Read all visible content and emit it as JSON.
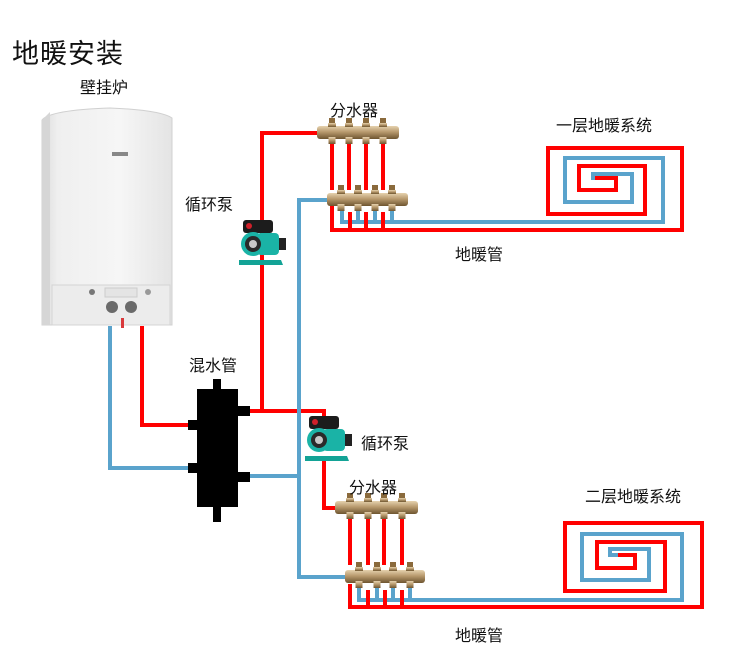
{
  "title": "地暖安装",
  "labels": {
    "boiler": "壁挂炉",
    "pump_upper": "循环泵",
    "manifold_upper": "分水器",
    "floor1_system": "一层地暖系统",
    "floor1_pipe": "地暖管",
    "mixing_tube": "混水管",
    "pump_lower": "循环泵",
    "manifold_lower": "分水器",
    "floor2_system": "二层地暖系统",
    "floor2_pipe": "地暖管"
  },
  "colors": {
    "supply_hot": "#ff0000",
    "return_cold": "#5aa3cc",
    "mixing_tube": "#000000",
    "manifold_brass": "#b89a6e",
    "pump_body": "#1ab3a6",
    "boiler_body": "#f2f2f2"
  },
  "components": [
    {
      "id": "boiler",
      "name": "壁挂炉"
    },
    {
      "id": "mixing-tube",
      "name": "混水管"
    },
    {
      "id": "pump-upper",
      "name": "循环泵"
    },
    {
      "id": "pump-lower",
      "name": "循环泵"
    },
    {
      "id": "manifold-upper",
      "name": "分水器",
      "loops": 4
    },
    {
      "id": "manifold-lower",
      "name": "分水器",
      "loops": 4
    },
    {
      "id": "floor1-coil",
      "name": "一层地暖系统"
    },
    {
      "id": "floor2-coil",
      "name": "二层地暖系统"
    }
  ]
}
